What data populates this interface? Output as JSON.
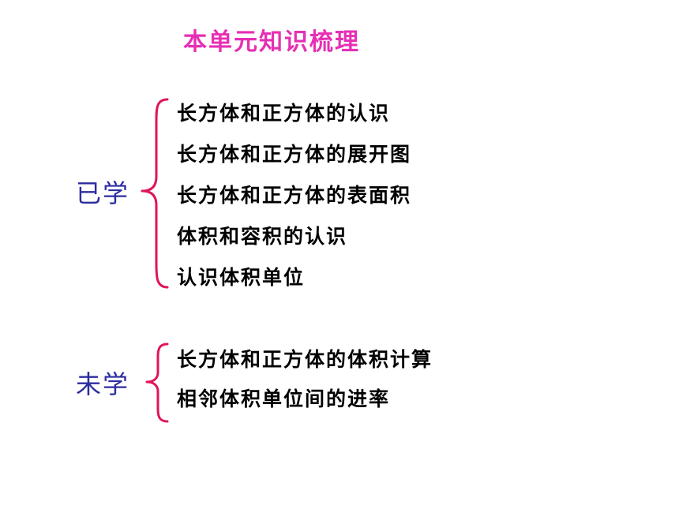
{
  "title": "本单元知识梳理",
  "learned": {
    "label": "已学",
    "items": [
      "长方体和正方体的认识",
      "长方体和正方体的展开图",
      "长方体和正方体的表面积",
      "体积和容积的认识",
      "认识体积单位"
    ]
  },
  "unlearned": {
    "label": "未学",
    "items": [
      "长方体和正方体的体积计算",
      "相邻体积单位间的进率"
    ]
  },
  "colors": {
    "title": "#e62fb5",
    "label": "#2c2ca0",
    "brace": "#e0145a",
    "item_text": "#000000"
  }
}
